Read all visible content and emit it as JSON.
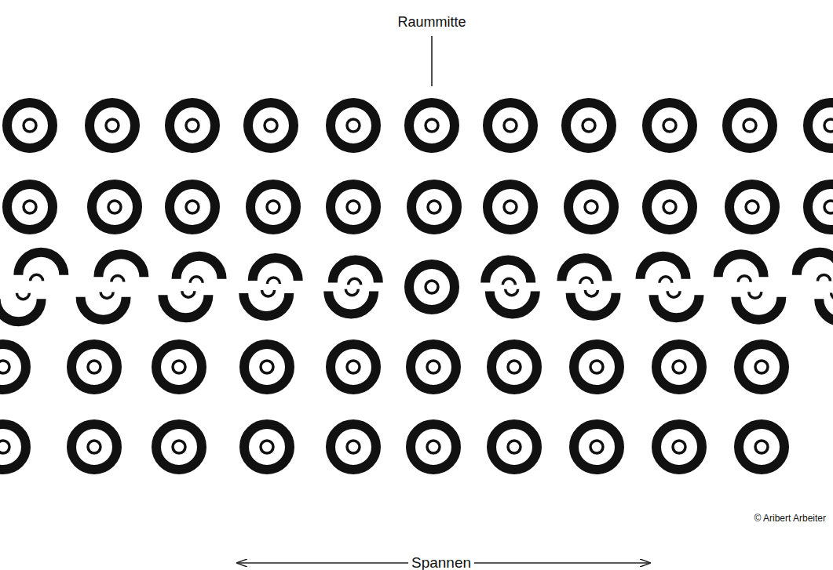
{
  "diagram": {
    "labels": [
      "Raummitte",
      "Spannen",
      "© Aribert Arbeiter"
    ]
  }
}
